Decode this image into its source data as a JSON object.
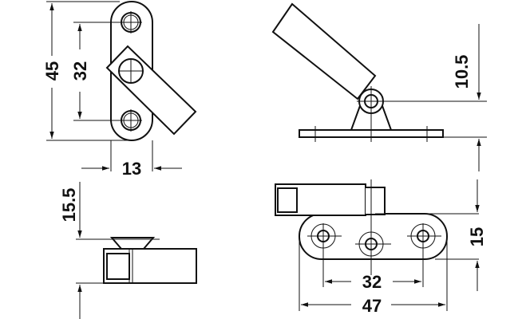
{
  "title": "Flap stay / hinge catch technical drawing",
  "colors": {
    "line": "#111111",
    "background": "#ffffff"
  },
  "dimensions": {
    "front_height": "45",
    "front_hole_spacing": "32",
    "front_width": "13",
    "side_pivot_height": "10.5",
    "side_offset": "15.5",
    "top_plate_height": "15",
    "top_hole_spacing": "32",
    "top_plate_length": "47"
  }
}
